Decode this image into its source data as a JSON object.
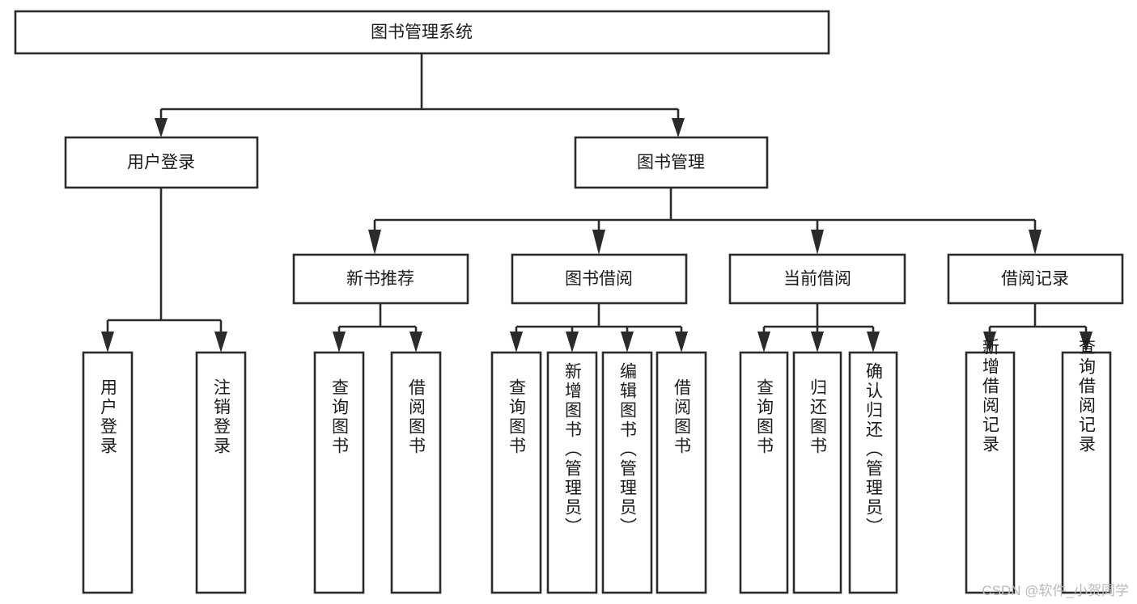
{
  "diagram": {
    "type": "tree",
    "orientation": "top-down",
    "title_node": "图书管理系统",
    "level2": {
      "user_login": "用户登录",
      "book_manage": "图书管理"
    },
    "level3": {
      "new_book_recommend": "新书推荐",
      "book_borrow": "图书借阅",
      "current_borrow": "当前借阅",
      "borrow_record": "借阅记录"
    },
    "leaves": {
      "user_login_1": "用户登录",
      "user_login_2": "注销登录",
      "recommend_1": "查询图书",
      "recommend_2": "借阅图书",
      "borrow_1": "查询图书",
      "borrow_2": "新增图书（管理员）",
      "borrow_3": "编辑图书（管理员）",
      "borrow_4": "借阅图书",
      "current_1": "查询图书",
      "current_2": "归还图书",
      "current_3": "确认归还（管理员）",
      "record_1": "新增借阅记录",
      "record_2": "查询借阅记录"
    }
  },
  "watermark": {
    "text": "CSDN @软件_小贺同学",
    "color": "#b9b9b9"
  },
  "colors": {
    "stroke": "#2b2b2b",
    "fill": "#ffffff",
    "text": "#1a1a1a",
    "background": "#ffffff"
  }
}
